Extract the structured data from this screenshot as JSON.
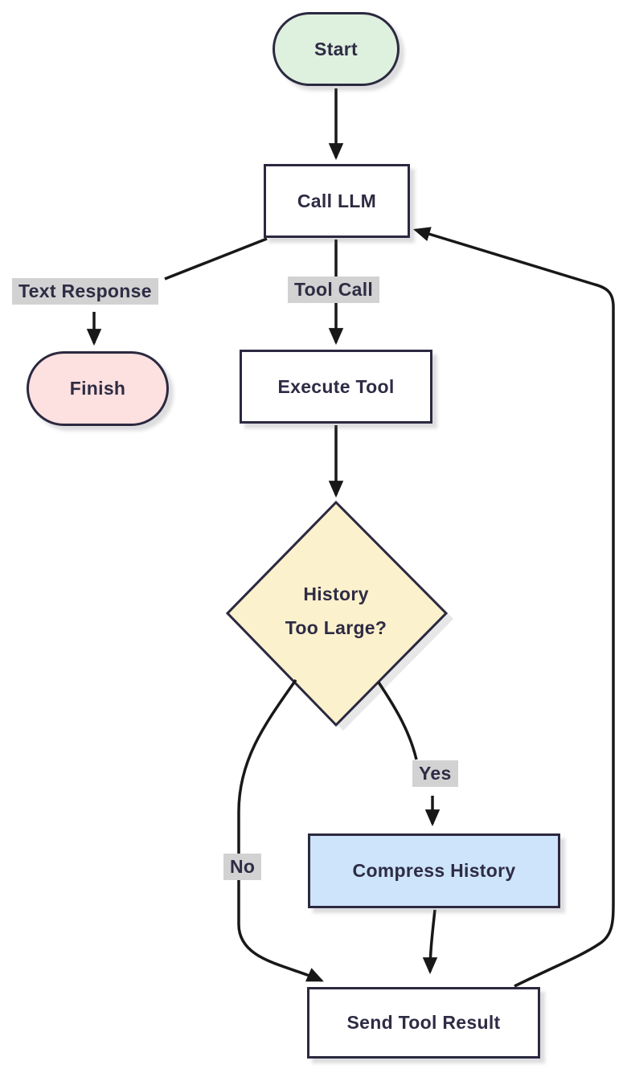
{
  "diagram": {
    "type": "flowchart",
    "direction": "top-down",
    "background": "#ffffff",
    "palette": {
      "node_border": "#2b2940",
      "node_text": "#2e2c44",
      "edge_stroke": "#181818",
      "edge_label_bg": "#d2d2d2",
      "start_fill": "#def0de",
      "finish_fill": "#fde0e0",
      "decision_fill": "#fcf1cd",
      "compress_fill": "#cde4fb",
      "process_fill": "#ffffff"
    },
    "nodes": {
      "start": {
        "label": "Start",
        "shape": "stadium"
      },
      "call_llm": {
        "label": "Call LLM",
        "shape": "rectangle"
      },
      "finish": {
        "label": "Finish",
        "shape": "stadium"
      },
      "execute_tool": {
        "label": "Execute Tool",
        "shape": "rectangle"
      },
      "history_check": {
        "line1": "History",
        "line2": "Too Large?",
        "shape": "diamond"
      },
      "compress_history": {
        "label": "Compress History",
        "shape": "rectangle"
      },
      "send_tool_result": {
        "label": "Send Tool Result",
        "shape": "rectangle"
      }
    },
    "edge_labels": {
      "text_response": "Text Response",
      "tool_call": "Tool Call",
      "yes": "Yes",
      "no": "No"
    },
    "edges": [
      {
        "from": "start",
        "to": "call_llm",
        "label": ""
      },
      {
        "from": "call_llm",
        "to": "finish",
        "label": "Text Response"
      },
      {
        "from": "call_llm",
        "to": "execute_tool",
        "label": "Tool Call"
      },
      {
        "from": "execute_tool",
        "to": "history_check",
        "label": ""
      },
      {
        "from": "history_check",
        "to": "send_tool_result",
        "label": "No"
      },
      {
        "from": "history_check",
        "to": "compress_history",
        "label": "Yes"
      },
      {
        "from": "compress_history",
        "to": "send_tool_result",
        "label": ""
      },
      {
        "from": "send_tool_result",
        "to": "call_llm",
        "label": ""
      }
    ]
  }
}
